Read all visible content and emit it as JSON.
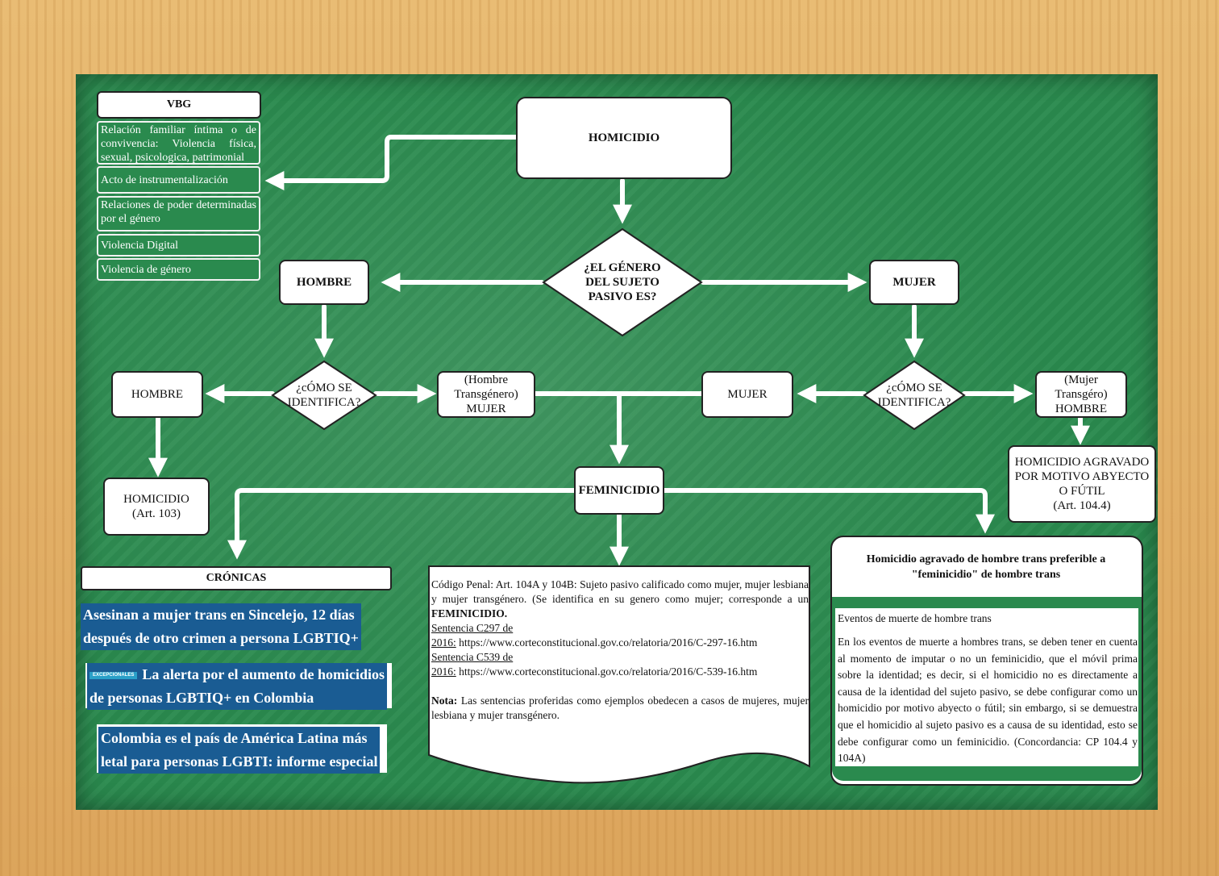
{
  "vbg": {
    "title": "VBG",
    "items": [
      "Relación familiar íntima o de convivencia: Violencia física, sexual, psicologica, patrimonial",
      "Acto de instrumentalización",
      "Relaciones de poder determinadas por el género",
      "Violencia Digital",
      "Violencia de género"
    ]
  },
  "nodes": {
    "homicidio_top": "HOMICIDIO",
    "question_gender": "¿EL GÉNERO DEL SUJETO PASIVO ES?",
    "hombre": "HOMBRE",
    "mujer": "MUJER",
    "question_identify_left": "¿cÓMO SE IDENTIFICA?",
    "question_identify_right": "¿cÓMO SE IDENTIFICA?",
    "hombre_id": "HOMBRE",
    "hombre_transgenero": "(Hombre Transgénero) MUJER",
    "mujer_id": "MUJER",
    "mujer_transgenero": "(Mujer Transgéro) HOMBRE",
    "homicidio_103_line1": "HOMICIDIO",
    "homicidio_103_line2": "(Art. 103)",
    "feminicidio": "FEMINICIDIO",
    "agravado_line1": "HOMICIDIO AGRAVADO",
    "agravado_line2": "POR MOTIVO ABYECTO",
    "agravado_line3": "O FÚTIL",
    "agravado_line4": "(Art. 104.4)"
  },
  "cronicas": {
    "title": "CRÓNICAS",
    "headline1_l1": "Asesinan a mujer trans en Sincelejo, 12 días",
    "headline1_l2": "después de otro crimen a persona LGBTIQ+",
    "headline2_tag": "EXCEPCIONALES",
    "headline2_l1": "La alerta por el aumento de homicidios",
    "headline2_l2": "de personas LGBTIQ+ en Colombia",
    "headline3_l1": "Colombia es el país de América Latina más",
    "headline3_l2": "letal para personas LGBTI: informe especial"
  },
  "codigo_penal": {
    "intro": "Código Penal: Art. 104A y 104B: Sujeto pasivo calificado como mujer, mujer lesbiana y mujer transgénero. (Se identifica en su genero como mujer; corresponde a un ",
    "intro_bold": "FEMINICIDIO.",
    "sentencia1_a": "Sentencia C297 de",
    "sentencia1_b": "2016:",
    "sentencia1_url": "https://www.corteconstitucional.gov.co/relatoria/2016/C-297-16.htm",
    "sentencia2_a": "Sentencia C539 de",
    "sentencia2_b": "2016:",
    "sentencia2_url": "https://www.corteconstitucional.gov.co/relatoria/2016/C-539-16.htm",
    "nota_label": "Nota:",
    "nota_text": " Las sentencias proferidas como ejemplos obedecen a casos de mujeres, mujer lesbiana y mujer transgénero."
  },
  "agravado_panel": {
    "title": "Homicidio agravado de hombre trans preferible a \"feminicidio\" de hombre trans",
    "subtitle": "Eventos de muerte de hombre trans",
    "body": "En los eventos de muerte a hombres trans, se deben tener en cuenta al momento de imputar o no un feminicidio, que el móvil prima sobre la identidad; es decir, si el homicidio no es directamente a causa de la identidad del sujeto pasivo, se debe configurar como un homicidio por motivo abyecto o fútil; sin embargo, si se demuestra que el homicidio al sujeto pasivo es a causa de su identidad, esto se debe configurar como un feminicidio. (Concordancia: CP 104.4 y 104A)"
  },
  "colors": {
    "board": "#2a8a4e",
    "frame": "#dca55c",
    "banner": "#1a5c93",
    "chalk": "#ffffff"
  }
}
